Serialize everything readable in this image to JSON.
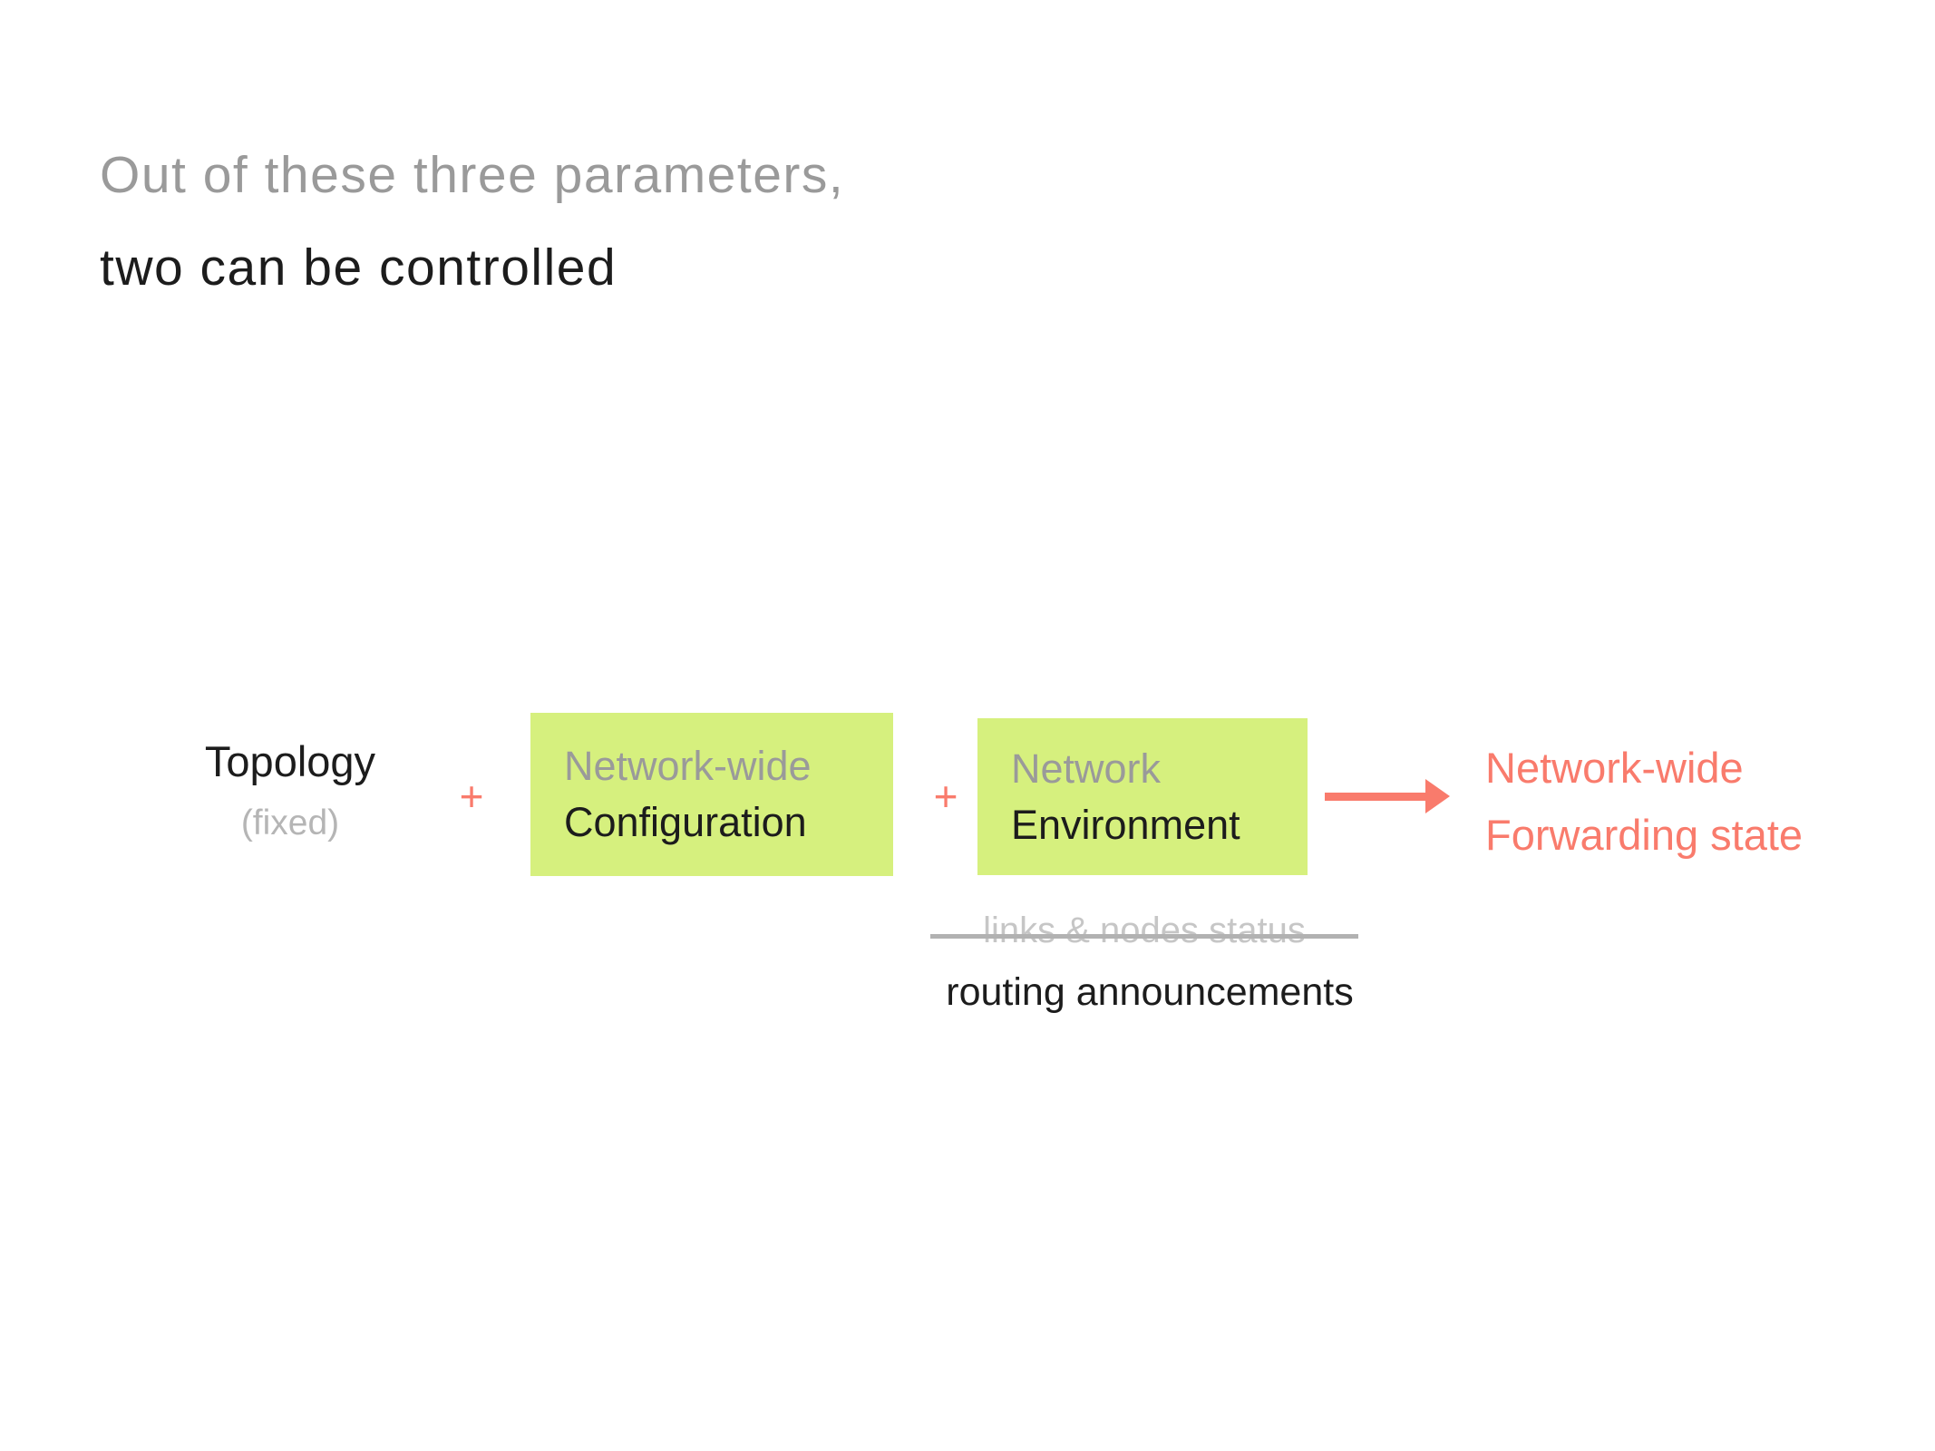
{
  "slide": {
    "title_line1": "Out of these three parameters,",
    "title_line2": "two can be controlled"
  },
  "diagram": {
    "topology": {
      "label": "Topology",
      "note": "(fixed)"
    },
    "plus_operator": "+",
    "config_box": {
      "line1": "Network-wide",
      "line2": "Configuration"
    },
    "env_box": {
      "line1": "Network",
      "line2": "Environment"
    },
    "result": {
      "line1": "Network-wide",
      "line2": "Forwarding state"
    },
    "env_annotations": {
      "struck": "links & nodes status",
      "current": "routing announcements"
    }
  },
  "colors": {
    "accent_salmon": "#f97b6c",
    "highlight_green": "#d6f07e",
    "gray_text": "#9a9a9a",
    "light_gray_text": "#b5b5b5",
    "struck_gray_text": "#c6c6c6",
    "strike_line_gray": "#b2b2b2",
    "black_text": "#1c1c1c"
  }
}
